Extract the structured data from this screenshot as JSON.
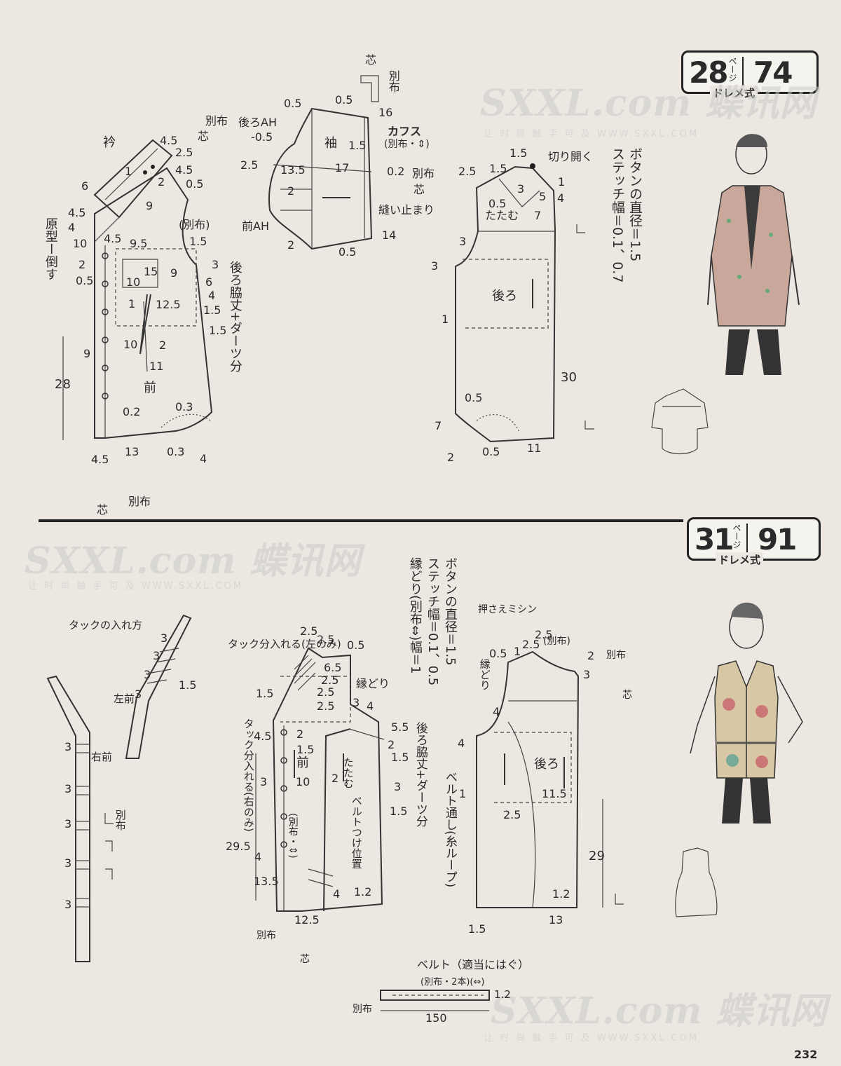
{
  "top_pattern": {
    "page_badge": {
      "number": "28",
      "kana": "ページ",
      "page": "74",
      "style": "ドレメ式"
    },
    "watermark": {
      "logo": "SXXL.com",
      "cn": "蝶讯网",
      "tagline": "让 时 尚 触 手 可 及",
      "url": "WWW.SXXL.COM"
    },
    "button_note": "ボタンの直径＝1.5",
    "stitch_note": "ステッチ幅＝0.1、0.7",
    "labels": {
      "shiba": "芯",
      "betsununo": "別布",
      "betsufu_v": "別布",
      "eri": "衿",
      "sode": "袖",
      "cuffs": "カフス",
      "cuffs_sub": "(別布・⇕)",
      "nuidome": "縫い止まり",
      "ushiro_ah": "後ろAH",
      "mae_ah": "前AH",
      "kiri_hiraku": "切り開く",
      "tatamu": "たたむ",
      "mae": "前",
      "ushiro": "後ろ",
      "genkei": "原型ー倒す",
      "ushiro_waki": "後ろ脇丈+ダーツ分",
      "betsununo_p": "(別布)"
    },
    "numbers": {
      "n4_5a": "4.5",
      "n2_5a": "2.5",
      "n4_5b": "4.5",
      "n2a": "2",
      "n0_5a": "0.5",
      "n1a": "1",
      "n6a": "6",
      "n4_5c": "4.5",
      "n4a": "4",
      "n9a": "9",
      "n10a": "10",
      "n4_5d": "4.5",
      "n9_5": "9.5",
      "n1_5a": "1.5",
      "n2b": "2",
      "n15a": "15",
      "n0_5b": "0.5",
      "n10b": "10",
      "n9b": "9",
      "n6b": "6",
      "n1b": "1",
      "n12_5": "12.5",
      "n4b": "4",
      "n1_5b": "1.5",
      "n3a": "3",
      "n1_5c": "1.5",
      "n9c": "9",
      "n10c": "10",
      "n2c": "2",
      "n11a": "11",
      "n28": "28",
      "n0_2": "0.2",
      "n0_3a": "0.3",
      "n13a": "13",
      "n0_3b": "0.3",
      "n4c": "4",
      "n4_5e": "4.5",
      "n0_5c": "0.5",
      "n0_5d": "0.5",
      "n16": "16",
      "n0_5e": "-0.5",
      "n2_5b": "2.5",
      "n13_5": "13.5",
      "n17": "17",
      "n1_5d": "1.5",
      "n0_2b": "0.2",
      "n2d": "2",
      "n2e": "2",
      "n0_5f": "0.5",
      "n14": "14",
      "n1_5e": "1.5",
      "n2_5c": "2.5",
      "n1_5f": "1.5",
      "n3b": "3",
      "n1c": "1",
      "n5": "5",
      "n4d": "4",
      "n0_5g": "0.5",
      "n7a": "7",
      "n3c": "3",
      "n3d": "3",
      "n1d": "1",
      "n30": "30",
      "n0_5h": "0.5",
      "n7b": "7",
      "n0_5i": "0.5",
      "n11b": "11",
      "n2f": "2"
    }
  },
  "bottom_pattern": {
    "page_badge": {
      "number": "31",
      "kana": "ページ",
      "page": "91",
      "style": "ドレメ式"
    },
    "watermark": {
      "logo": "SXXL.com",
      "cn": "蝶讯网",
      "tagline": "让 时 尚 触 手 可 及",
      "url": "WWW.SXXL.COM"
    },
    "notes": {
      "button": "ボタンの直径＝1.5",
      "stitch": "ステッチ幅＝0.1、0.5",
      "binding": "縁どり(別布⇔)幅＝1"
    },
    "labels": {
      "tuck_howto": "タックの入れ方",
      "hidari_mae": "左前",
      "migi_mae": "右前",
      "betsununo_a": "別布",
      "betsununo_b": "別布",
      "betsununo_c": "別布",
      "tuck_left": "タック分入れる(左のみ)",
      "tuck_right": "タック分入れる(右のみ)",
      "fuchidori_a": "縁どり",
      "fuchidori_b": "縁どり",
      "mae": "前",
      "ushiro": "後ろ",
      "tatamu": "たたむ",
      "belt_pos": "ベルトつけ位置",
      "betsununo_arrow": "(別布・⇕)",
      "ushiro_waki": "後ろ脇丈+ダーツ分",
      "belt_loop": "ベルト通し(糸ループ)",
      "osae": "押さえミシン",
      "shiba_a": "芯",
      "shiba_b": "芯",
      "betsununo_p": "(別布)",
      "belt_title": "ベルト（適当にはぐ）",
      "belt_sub": "(別布・2本)(⇔)"
    },
    "numbers": {
      "t3a": "3",
      "t3b": "3",
      "t3c": "3",
      "t3d": "3",
      "t1_5": "1.5",
      "r3a": "3",
      "r3b": "3",
      "r3c": "3",
      "r3d": "3",
      "r3e": "3",
      "f2_5a": "2.5",
      "f2_5b": "2.5",
      "f0_5a": "0.5",
      "f6_5": "6.5",
      "f2_5c": "2.5",
      "f2_5d": "2.5",
      "f2_5e": "2.5",
      "f1_5a": "1.5",
      "f3a": "3",
      "f4a": "4",
      "f5_5": "5.5",
      "f2a": "2",
      "f1_5b": "1.5",
      "f4_5": "4.5",
      "f2b": "2",
      "f1_5c": "1.5",
      "f3b": "3",
      "f10": "10",
      "f2c": "2",
      "f3c": "3",
      "f1_5d": "1.5",
      "f29_5": "29.5",
      "f4b": "4",
      "f13_5": "13.5",
      "f12_5": "12.5",
      "f4c": "4",
      "f1_2a": "1.2",
      "b0_5a": "0.5",
      "b1a": "1",
      "b2_5a": "2.5",
      "b2_5b": "2.5",
      "b2a": "2",
      "b3a": "3",
      "b4a": "4",
      "b4b": "4",
      "b1b": "1",
      "b11_5": "11.5",
      "b2_5c": "2.5",
      "b29": "29",
      "b1_2": "1.2",
      "b13": "13",
      "b1_5": "1.5",
      "belt_1_2": "1.2",
      "belt_150": "150",
      "page_no": "232"
    }
  }
}
